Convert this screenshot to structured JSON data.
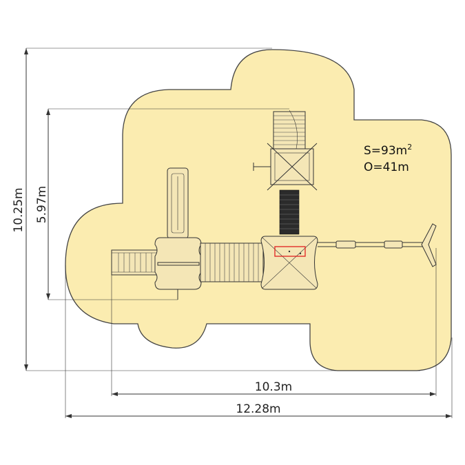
{
  "diagram": {
    "colors": {
      "safety_zone_fill": "#fbecb0",
      "safety_zone_stroke": "#444444",
      "dimension_line": "#333333",
      "accent_red": "#e02020"
    },
    "dimensions": {
      "total_height": "10.25m",
      "inner_height": "5.97m",
      "inner_width": "10.3m",
      "total_width": "12.28m"
    },
    "stats": {
      "surface_prefix": "S=93m",
      "surface_superscript": "2",
      "perimeter": "O=41m"
    }
  }
}
